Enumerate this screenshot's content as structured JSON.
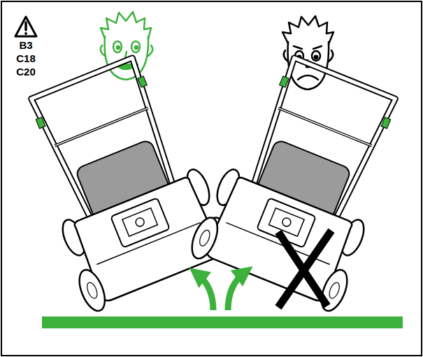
{
  "diagram": {
    "labels": [
      "B3",
      "C18",
      "C20"
    ]
  }
}
